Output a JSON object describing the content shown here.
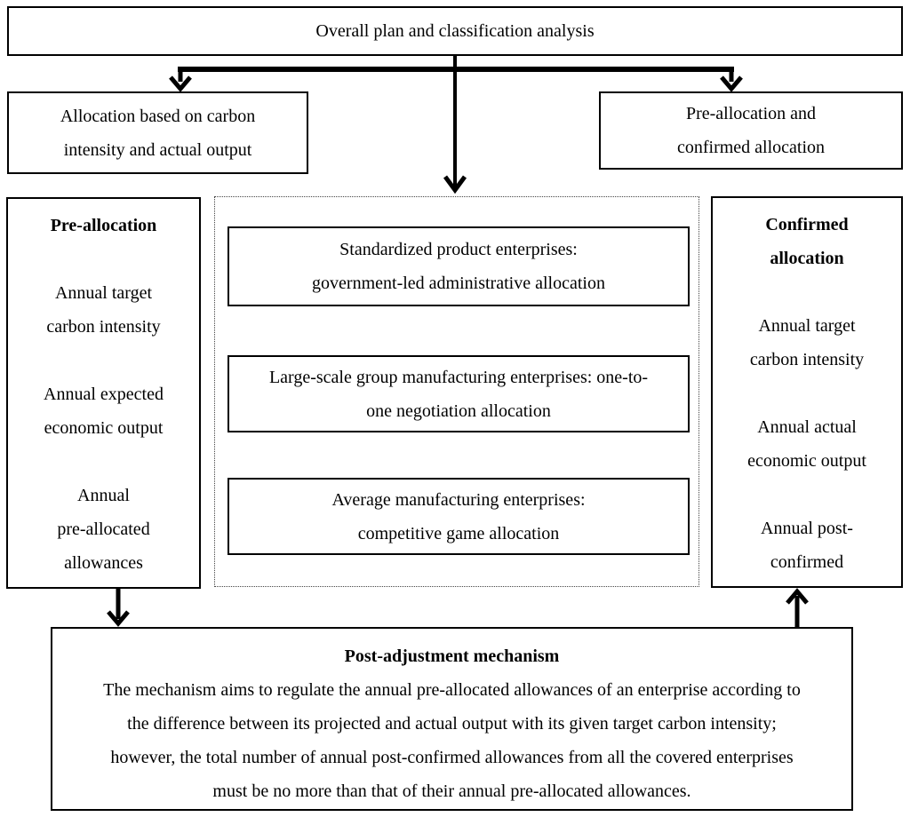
{
  "title_box": {
    "label": "Overall plan and classification analysis"
  },
  "branch_boxes": {
    "left": {
      "lines": [
        "Allocation based on carbon",
        "intensity and actual output"
      ]
    },
    "right": {
      "lines": [
        "Pre-allocation and",
        "confirmed allocation"
      ]
    }
  },
  "pre_allocation_panel": {
    "title": "Pre-allocation",
    "items": [
      {
        "lines": [
          "Annual target",
          "carbon intensity"
        ]
      },
      {
        "lines": [
          "Annual expected",
          "economic output"
        ]
      },
      {
        "lines": [
          "Annual",
          "pre-allocated",
          "allowances"
        ]
      }
    ]
  },
  "enterprise_panel": {
    "boxes": [
      {
        "lines": [
          "Standardized product enterprises:",
          "government-led administrative allocation"
        ]
      },
      {
        "lines": [
          "Large-scale group manufacturing enterprises: one-to-",
          "one negotiation allocation"
        ]
      },
      {
        "lines": [
          "Average manufacturing enterprises:",
          "competitive game allocation"
        ]
      }
    ]
  },
  "confirmed_allocation_panel": {
    "title_lines": [
      "Confirmed",
      "allocation"
    ],
    "items": [
      {
        "lines": [
          "Annual target",
          "carbon intensity"
        ]
      },
      {
        "lines": [
          "Annual actual",
          "economic output"
        ]
      },
      {
        "lines": [
          "Annual post-",
          "confirmed"
        ]
      }
    ]
  },
  "post_adjustment_box": {
    "title": "Post-adjustment mechanism",
    "body_lines": [
      "The mechanism aims to regulate the annual pre-allocated allowances of an enterprise according to",
      "the difference between its projected and actual output with its given target carbon intensity;",
      "however, the total number of annual post-confirmed allowances from all the covered enterprises",
      "must be no more than that of their annual pre-allocated allowances."
    ]
  },
  "colors": {
    "ink": "#000000",
    "background": "#ffffff",
    "dotted_border": "#444444"
  }
}
